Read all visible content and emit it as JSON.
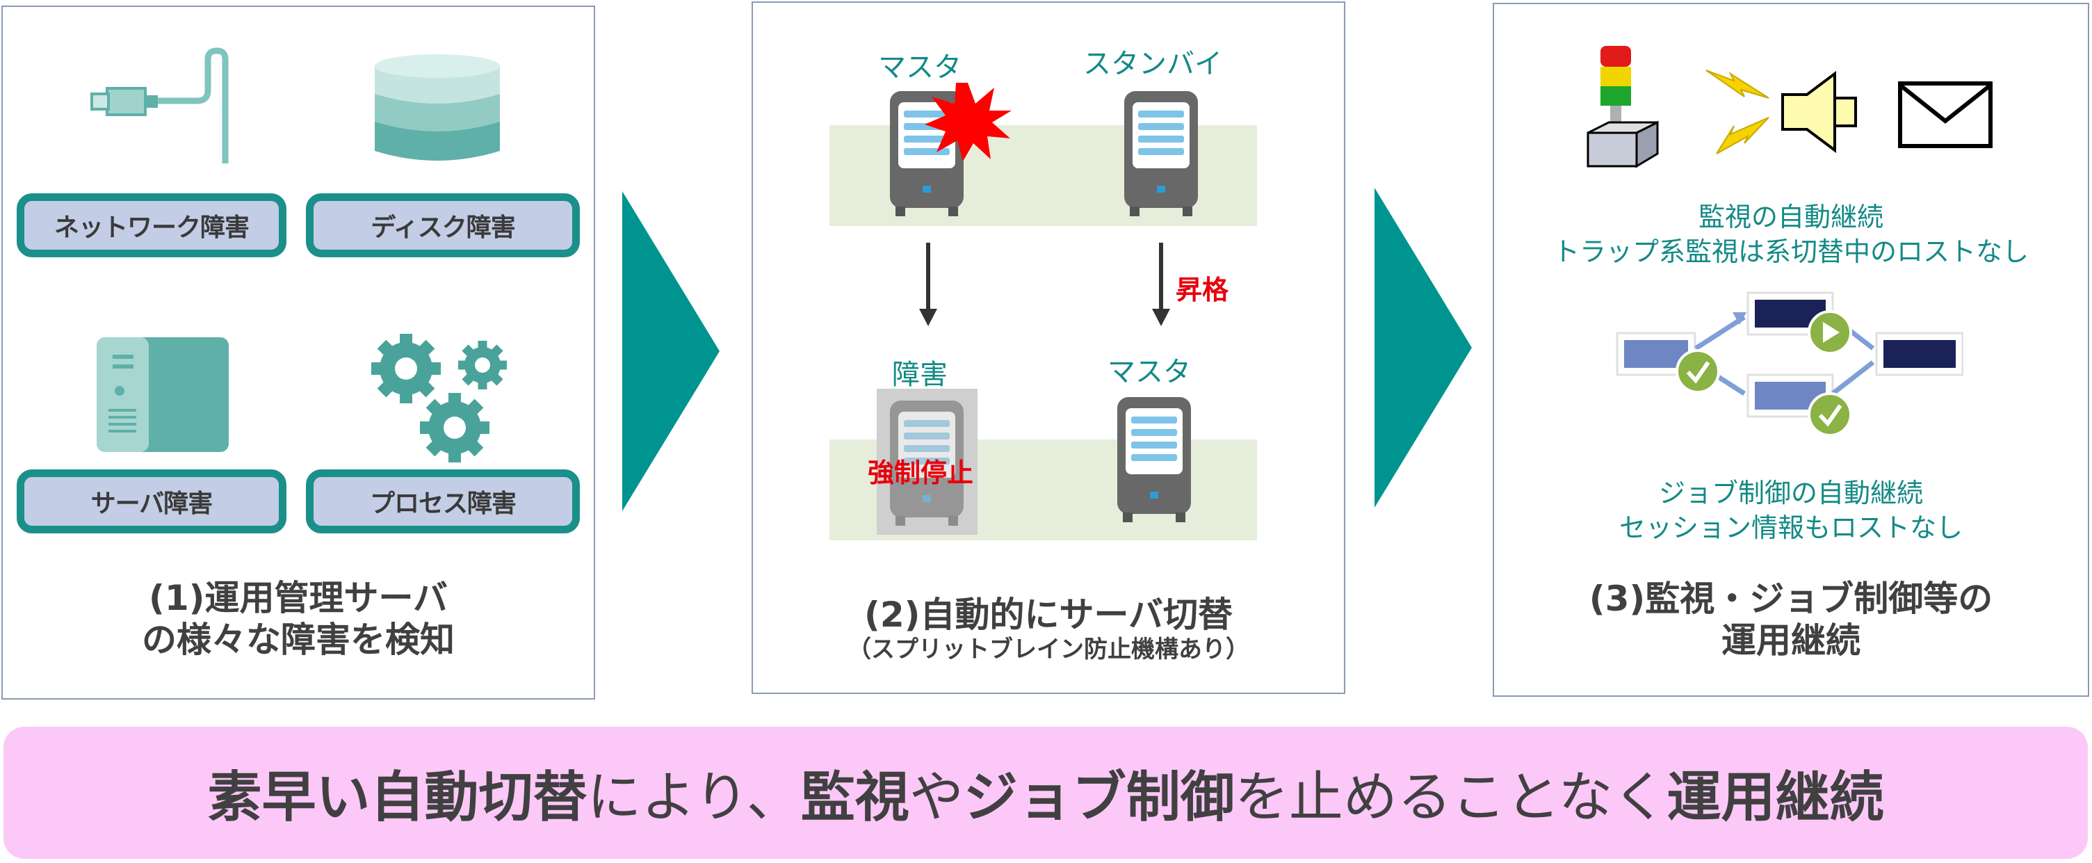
{
  "panel1": {
    "labels": {
      "network": "ネットワーク障害",
      "disk": "ディスク障害",
      "server": "サーバ障害",
      "process": "プロセス障害"
    },
    "caption_line1": "(1)運用管理サーバ",
    "caption_line2": "の様々な障害を検知"
  },
  "panel2": {
    "master_top": "マスタ",
    "standby_top": "スタンバイ",
    "failure": "障害",
    "master_bottom": "マスタ",
    "promote": "昇格",
    "force_stop": "強制停止",
    "caption_line1": "(2)自動的にサーバ切替",
    "caption_line2": "（スプリットブレイン防止機構あり）"
  },
  "panel3": {
    "monitor_line1": "監視の自動継続",
    "monitor_line2": "トラップ系監視は系切替中のロストなし",
    "job_line1": "ジョブ制御の自動継続",
    "job_line2": "セッション情報もロストなし",
    "caption_line1": "(3)監視・ジョブ制御等の",
    "caption_line2": "運用継続"
  },
  "banner": {
    "part1": "素早い自動切替",
    "part2": "により、",
    "part3": "監視",
    "part4": "や",
    "part5": "ジョブ制御",
    "part6": "を止めることなく",
    "part7": "運用継続"
  },
  "colors": {
    "teal": "#138a86",
    "arrow_teal": "#009490",
    "label_fill": "#c3cde5",
    "band": "#e6eedb",
    "banner": "#fcc8f8",
    "red": "#e8000b"
  }
}
